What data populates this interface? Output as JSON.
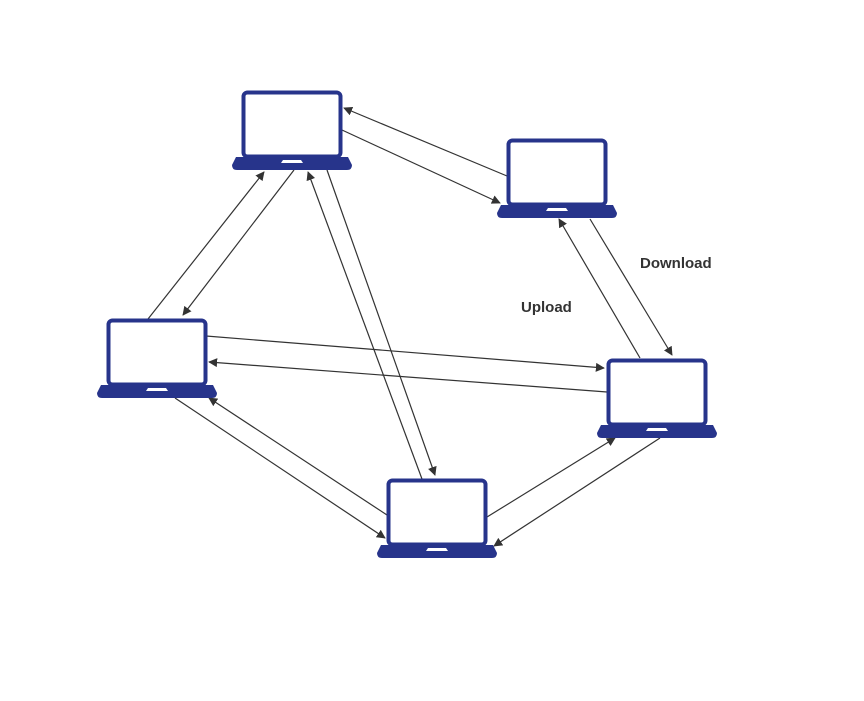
{
  "labels": {
    "download": "Download",
    "upload": "Upload"
  },
  "colors": {
    "laptop": "#27348b",
    "arrow": "#333333",
    "background": "#ffffff"
  },
  "nodes": [
    {
      "id": "laptop-top",
      "icon": "laptop-icon"
    },
    {
      "id": "laptop-top-right",
      "icon": "laptop-icon"
    },
    {
      "id": "laptop-left",
      "icon": "laptop-icon"
    },
    {
      "id": "laptop-right",
      "icon": "laptop-icon"
    },
    {
      "id": "laptop-bottom",
      "icon": "laptop-icon"
    }
  ],
  "edges": [
    {
      "from": "laptop-top",
      "to": "laptop-top-right"
    },
    {
      "from": "laptop-top-right",
      "to": "laptop-top"
    },
    {
      "from": "laptop-top",
      "to": "laptop-left"
    },
    {
      "from": "laptop-left",
      "to": "laptop-top"
    },
    {
      "from": "laptop-top",
      "to": "laptop-bottom"
    },
    {
      "from": "laptop-bottom",
      "to": "laptop-top"
    },
    {
      "from": "laptop-top-right",
      "to": "laptop-right"
    },
    {
      "from": "laptop-right",
      "to": "laptop-top-right"
    },
    {
      "from": "laptop-left",
      "to": "laptop-right"
    },
    {
      "from": "laptop-right",
      "to": "laptop-left"
    },
    {
      "from": "laptop-left",
      "to": "laptop-bottom"
    },
    {
      "from": "laptop-bottom",
      "to": "laptop-left"
    },
    {
      "from": "laptop-bottom",
      "to": "laptop-right"
    },
    {
      "from": "laptop-right",
      "to": "laptop-bottom"
    }
  ]
}
